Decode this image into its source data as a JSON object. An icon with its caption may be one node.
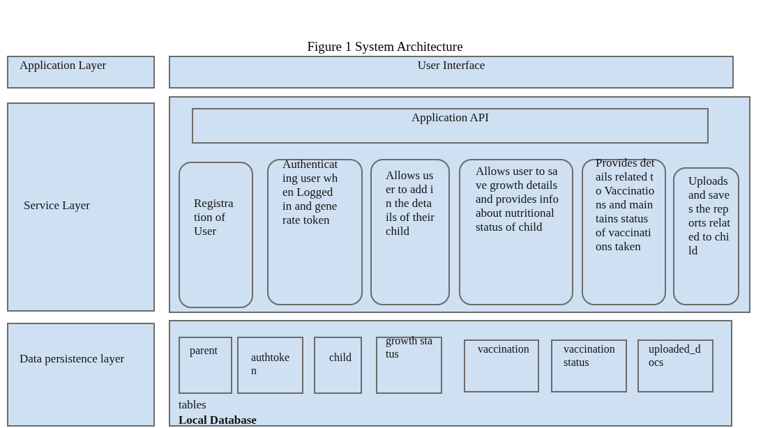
{
  "diagram": {
    "title": "Figure 1 System Architecture",
    "nodes": [
      {
        "text": [
          "Application Layer"
        ]
      },
      {
        "text": [
          "User Interface"
        ]
      },
      {
        "text": [
          "Service Layer"
        ]
      },
      {
        "text": [],
        "shape": "box"
      },
      {
        "text": [
          "Application API"
        ],
        "in": 3
      },
      {
        "text": [
          "Registration of User"
        ],
        "in": 3
      },
      {
        "text": [
          "Authenticating user when Logged in and generate token"
        ],
        "in": 3
      },
      {
        "text": [
          "Allows user to add in the details of their child"
        ],
        "in": 3
      },
      {
        "text": [
          "Allows user to save growth details and provides info about nutritional status of child"
        ],
        "in": 3
      },
      {
        "text": [
          "Provides details related to Vaccinations and maintains status of vaccinations taken"
        ],
        "in": 3
      },
      {
        "text": [
          "Uploads and saves the reports related to child"
        ],
        "in": 3
      },
      {
        "text": [
          "Data persistence layer"
        ]
      },
      {
        "text": [
          "tables",
          "Local Database"
        ]
      },
      {
        "text": [
          "parent"
        ],
        "in": 12
      },
      {
        "text": [
          "authtoken"
        ],
        "in": 12
      },
      {
        "text": [
          "child"
        ],
        "in": 12
      },
      {
        "text": [
          "growth status"
        ],
        "in": 12
      },
      {
        "text": [
          "vaccination"
        ],
        "in": 12
      },
      {
        "text": [
          "vaccination status"
        ],
        "in": 12
      },
      {
        "text": [
          "uploaded_docs"
        ],
        "in": 12
      }
    ]
  }
}
